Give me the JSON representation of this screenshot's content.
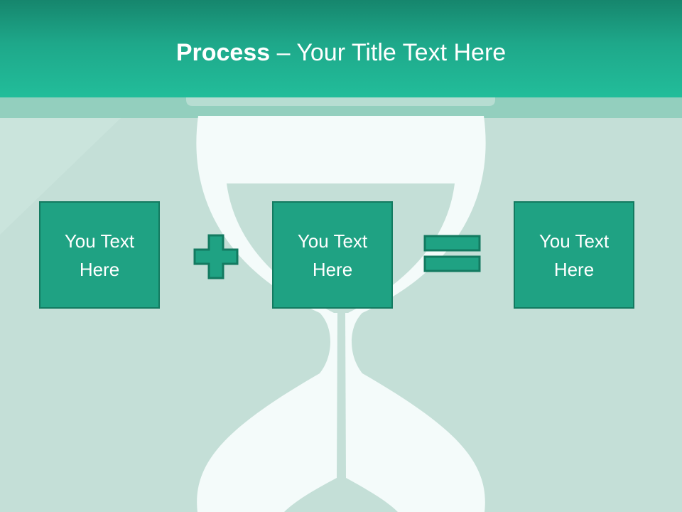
{
  "slide": {
    "title_bold": "Process",
    "title_dash": " – ",
    "title_rest": "Your Title Text Here",
    "boxes": [
      {
        "text": "You Text\nHere"
      },
      {
        "text": "You Text\nHere"
      },
      {
        "text": "You Text\nHere"
      }
    ],
    "operators": [
      "plus",
      "equals"
    ]
  },
  "colors": {
    "background": "#c4dfd7",
    "header_top": "#16866d",
    "header_bottom": "#22bd9a",
    "box_fill": "#1fa283",
    "box_border": "#137a60",
    "hourglass": "#f4fbfa",
    "text": "#ffffff"
  },
  "icons": [
    "hourglass-icon",
    "plus-icon",
    "equals-icon"
  ]
}
